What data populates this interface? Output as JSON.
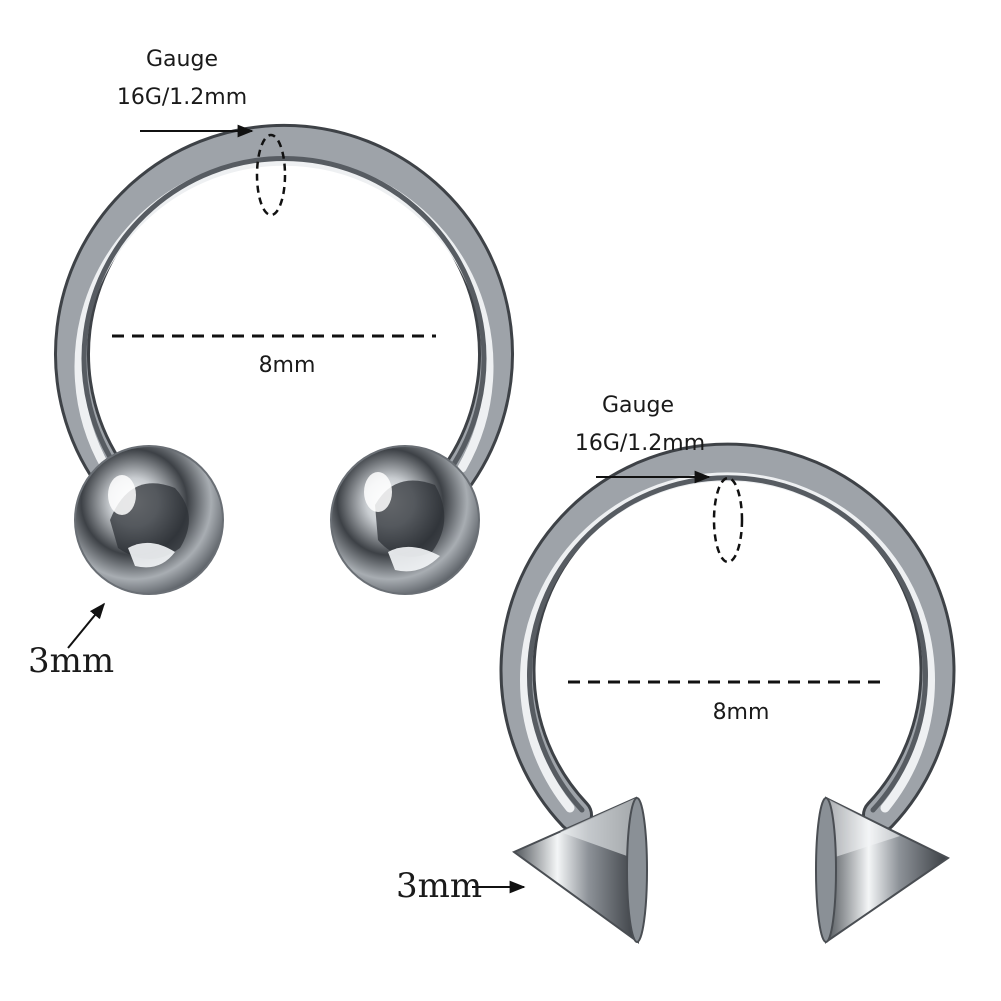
{
  "ball_ring": {
    "gauge_label": "Gauge",
    "gauge_value": "16G/1.2mm",
    "diameter_label": "8mm",
    "end_size_label": "3mm",
    "end_type": "ball"
  },
  "spike_ring": {
    "gauge_label": "Gauge",
    "gauge_value": "16G/1.2mm",
    "diameter_label": "8mm",
    "end_size_label": "3mm",
    "end_type": "spike"
  },
  "colors": {
    "background": "#ffffff",
    "metal_dark": "#3a3d42",
    "metal_mid": "#9aa0a6",
    "metal_light": "#f2f4f6",
    "annotation": "#111111"
  }
}
